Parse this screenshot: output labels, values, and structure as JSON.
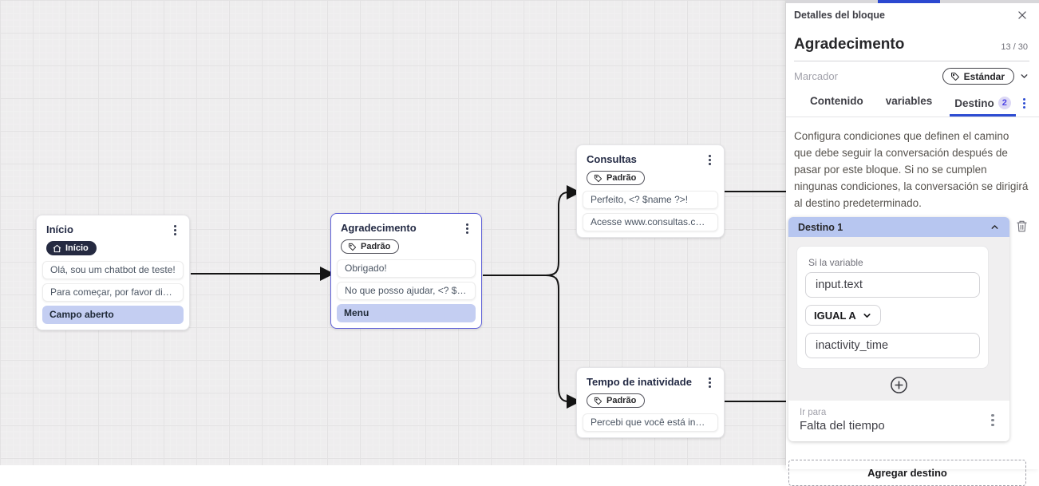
{
  "canvas": {
    "nodes": [
      {
        "title": "Início",
        "badge": {
          "icon": "home-icon",
          "label": "Início"
        },
        "rows": [
          "Olá, sou um chatbot de teste!",
          "Para começar, por favor digite o ...",
          "Campo aberto"
        ]
      },
      {
        "title": "Agradecimento",
        "badge": {
          "icon": "tag-icon",
          "label": "Padrão"
        },
        "rows": [
          "Obrigado!",
          "No que posso ajudar, <? $name ...",
          "Menu"
        ]
      },
      {
        "title": "Consultas",
        "badge": {
          "icon": "tag-icon",
          "label": "Padrão"
        },
        "rows": [
          "Perfeito, <? $name ?>!",
          "Acesse www.consultas.com par..."
        ]
      },
      {
        "title": "Tempo de inatividade",
        "badge": {
          "icon": "tag-icon",
          "label": "Padrão"
        },
        "rows": [
          "Percebi que você está inativo. C..."
        ]
      }
    ]
  },
  "panel": {
    "header": {
      "title": "Detalles del bloque"
    },
    "block": {
      "name": "Agradecimento",
      "char_count": "13 / 30"
    },
    "marker": {
      "label": "Marcador",
      "value": "Estándar"
    },
    "tabs": [
      {
        "label": "Contenido"
      },
      {
        "label": "variables"
      },
      {
        "label": "Destino",
        "badge": "2"
      }
    ],
    "description": "Configura condiciones que definen el camino que debe seguir la conversación después de pasar por este bloque. Si no se cumplen ningunas condiciones, la conversación se dirigirá al destino predeterminado.",
    "destination": {
      "title": "Destino 1",
      "condition_label": "Si la variable",
      "variable_value": "input.text",
      "operator_value": "IGUAL A",
      "compare_value": "inactivity_time",
      "goto_label": "Ir para",
      "goto_value": "Falta del tiempo"
    },
    "add_destination_label": "Agregar destino"
  },
  "icons": {
    "close-icon": "✕",
    "home-icon": "⌂",
    "tag-icon": "🏷",
    "chevron-down-icon": "⌄",
    "chevron-up-icon": "⌃",
    "trash-icon": "🗑",
    "plus-circle-icon": "⊕",
    "kebab-menu-icon": "⋮"
  },
  "colors": {
    "accent_blue": "#2d4cd2",
    "lavender_highlight": "#c4cef2",
    "destination_header": "#b7c6f0",
    "selected_node_border": "#6163d8",
    "dark_badge": "#252a41",
    "edge": "#141414"
  }
}
